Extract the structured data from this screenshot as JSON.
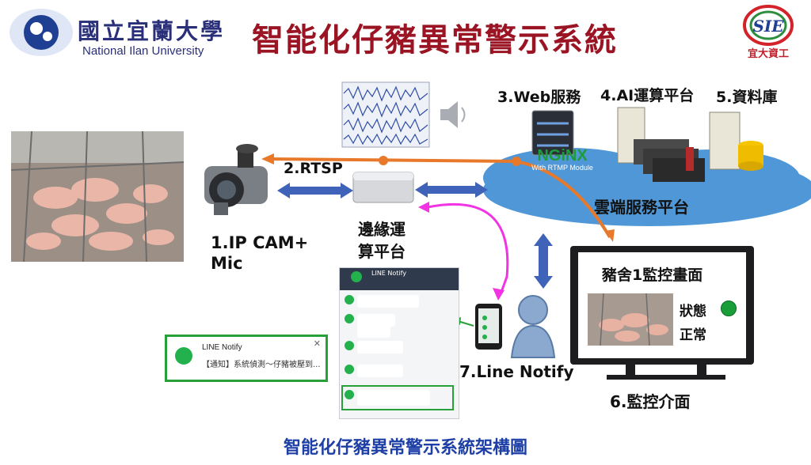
{
  "title": "智能化仔豬異常警示系統",
  "caption": "智能化仔豬異常警示系統架構圖",
  "university": {
    "name_zh": "國立宜蘭大學",
    "name_en": "National Ilan University"
  },
  "sie_logo": {
    "text": "SIE",
    "subtext": "宜大資工"
  },
  "nodes": {
    "camera": "1.IP CAM+\nMic",
    "rtsp": "2.RTSP",
    "edge": "邊緣運\n算平台",
    "web": "3.Web服務",
    "ai": "4.AI運算平台",
    "db": "5.資料庫",
    "cloud": "雲端服務平台",
    "monitor": "6.監控介面",
    "line": "7.Line Notify"
  },
  "nginx": {
    "brand": "NGiNX",
    "sub": "With RTMP Module"
  },
  "monitor_screen": {
    "heading": "豬舍1監控畫面",
    "status_label": "狀態",
    "status_value": "正常"
  },
  "popup": {
    "app": "LINE Notify",
    "message": "【通知】系統偵測～仔豬被壓到..."
  },
  "line_app": {
    "header": "LINE Notify"
  },
  "colors": {
    "title": "#9b1424",
    "caption": "#1d3fa6",
    "arrow_blue": "#3f63b8",
    "arrow_orange": "#e8782a",
    "arrow_magenta": "#f233e4",
    "status_ok": "#1a9e3a"
  }
}
